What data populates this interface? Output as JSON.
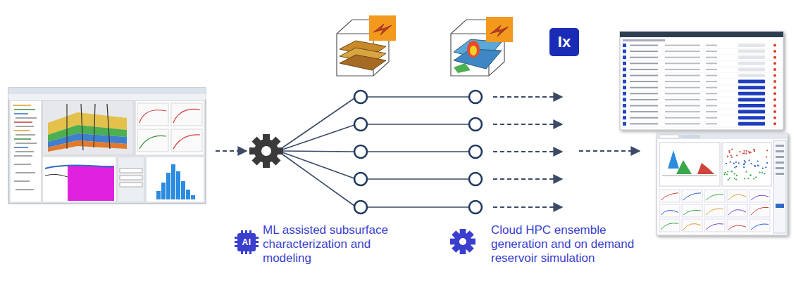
{
  "diagram": {
    "nodes": [
      {
        "text": [
          "Ix"
        ]
      },
      {
        "text": [
          "AI"
        ]
      }
    ],
    "labels": [
      "ML assisted subsurface characterization and modeling",
      "Cloud HPC ensemble generation and on demand reservoir simulation"
    ]
  }
}
